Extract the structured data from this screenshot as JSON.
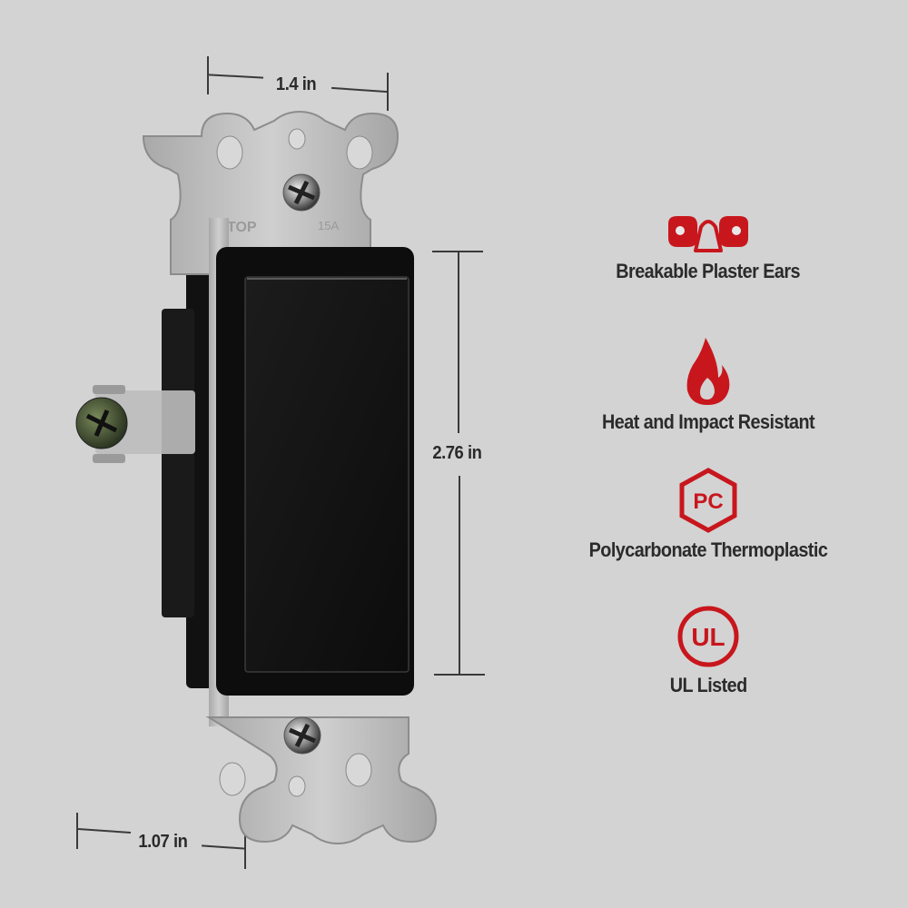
{
  "dimensions": {
    "width_label": "1.4 in",
    "height_label": "2.76 in",
    "depth_label": "1.07 in"
  },
  "product": {
    "name": "decorator-rocker-switch",
    "rocker_color": "#141414",
    "strap_color": "#b9b9b9",
    "strap_markings": {
      "top": "TOP",
      "top_right": "15A"
    }
  },
  "features": [
    {
      "icon": "plaster-ears-icon",
      "label": "Breakable Plaster Ears"
    },
    {
      "icon": "flame-icon",
      "label": "Heat and Impact Resistant"
    },
    {
      "icon": "pc-hexagon-icon",
      "icon_text": "PC",
      "label": "Polycarbonate Thermoplastic"
    },
    {
      "icon": "ul-circle-icon",
      "icon_text": "UL",
      "label": "UL Listed"
    }
  ],
  "colors": {
    "background": "#d3d3d3",
    "accent_red": "#c8161d",
    "text": "#2b2b2b"
  }
}
